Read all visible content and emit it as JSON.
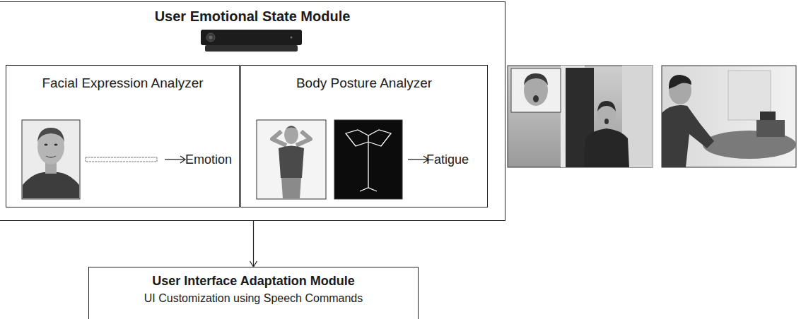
{
  "diagram": {
    "nodes": [
      {
        "text": [
          "User Emotional State Module"
        ]
      },
      {
        "text": [
          "Facial Expression Analyzer"
        ],
        "in": 0
      },
      {
        "text": [
          "Body Posture Analyzer"
        ],
        "in": 0
      },
      {
        "text": [
          "User Interface Adaptation Module",
          "UI Customization using Speech Commands"
        ]
      }
    ],
    "edges": [
      {
        "from": 0,
        "to": 3,
        "arrow": "to"
      }
    ],
    "labels": [
      "Emotion",
      "Fatigue"
    ]
  }
}
